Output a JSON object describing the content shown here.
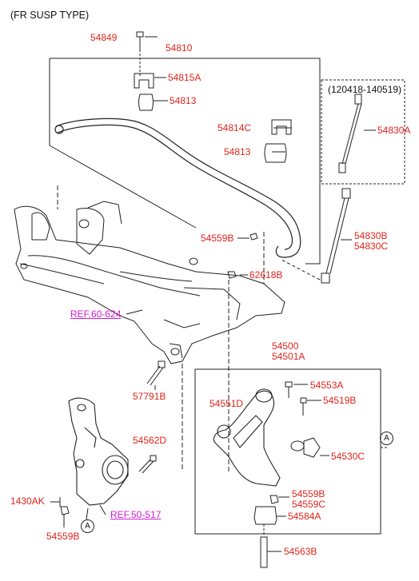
{
  "title": "(FR SUSP TYPE)",
  "date_range": "(120418-140519)",
  "callout_letter": "A",
  "colors": {
    "part_label": "#e0241b",
    "ref_label": "#d21bd2",
    "line": "#222222"
  },
  "parts": {
    "p54849": "54849",
    "p54810": "54810",
    "p54815A": "54815A",
    "p54813a": "54813",
    "p54814C": "54814C",
    "p54813b": "54813",
    "p54830A": "54830A",
    "p54559B_top": "54559B",
    "p62618B": "62618B",
    "p54830B": "54830B",
    "p54830C": "54830C",
    "p54500": "54500",
    "p54501A": "54501A",
    "p57791B": "57791B",
    "p54553A": "54553A",
    "p54551D": "54551D",
    "p54519B": "54519B",
    "p54562D": "54562D",
    "p54530C": "54530C",
    "p54559B_mid": "54559B",
    "p54559C": "54559C",
    "p1430AK": "1430AK",
    "p54584A": "54584A",
    "p54559B_bot": "54559B",
    "p54563B": "54563B"
  },
  "refs": {
    "ref60": "REF.60-624",
    "ref50": "REF.50-517"
  }
}
